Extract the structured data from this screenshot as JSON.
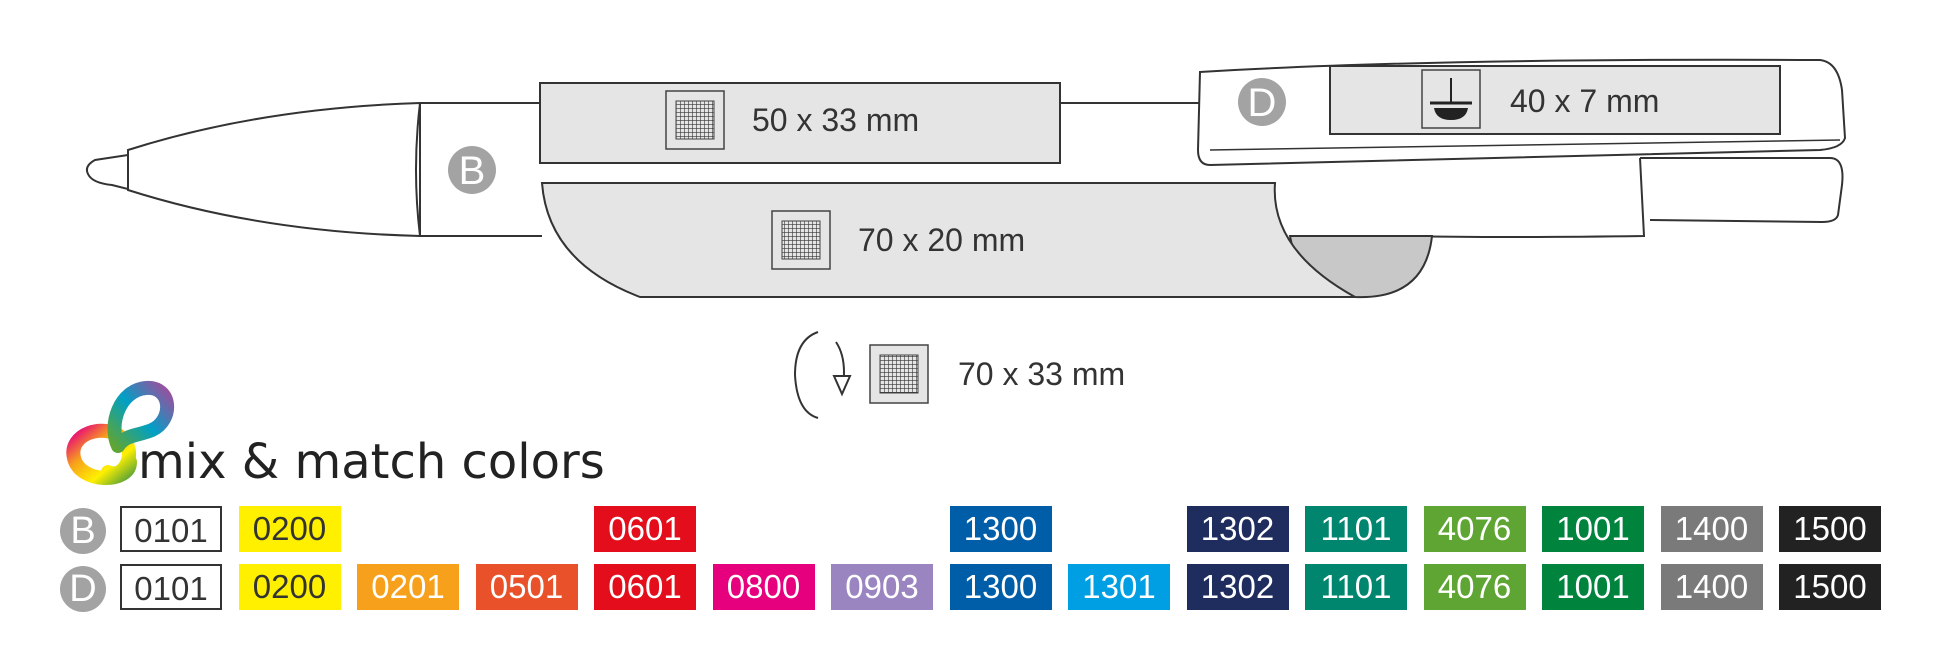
{
  "diagram": {
    "zones": [
      {
        "id": "top",
        "dimension": "50 x 33 mm"
      },
      {
        "id": "barrel",
        "dimension": "70 x 20 mm"
      },
      {
        "id": "wrap",
        "dimension": "70 x 33 mm"
      },
      {
        "id": "clip",
        "dimension": "40 x 7 mm"
      }
    ],
    "badges": {
      "barrel": "B",
      "clip": "D"
    }
  },
  "brand": {
    "title": "mix & match colors"
  },
  "color_rows": [
    {
      "badge": "B",
      "swatches": [
        {
          "slot": 0,
          "code": "0101",
          "bg": "#ffffff",
          "fg": "#333333",
          "border": "#333333"
        },
        {
          "slot": 1,
          "code": "0200",
          "bg": "#fff000",
          "fg": "#333333"
        },
        {
          "slot": 4,
          "code": "0601",
          "bg": "#e30d1b",
          "fg": "#ffffff"
        },
        {
          "slot": 7,
          "code": "1300",
          "bg": "#005ea8",
          "fg": "#ffffff"
        },
        {
          "slot": 9,
          "code": "1302",
          "bg": "#1f2d5e",
          "fg": "#ffffff"
        },
        {
          "slot": 10,
          "code": "1101",
          "bg": "#00856f",
          "fg": "#ffffff"
        },
        {
          "slot": 11,
          "code": "4076",
          "bg": "#5ea534",
          "fg": "#ffffff"
        },
        {
          "slot": 12,
          "code": "1001",
          "bg": "#00843d",
          "fg": "#ffffff"
        },
        {
          "slot": 13,
          "code": "1400",
          "bg": "#7a7a7a",
          "fg": "#ffffff"
        },
        {
          "slot": 14,
          "code": "1500",
          "bg": "#222222",
          "fg": "#ffffff"
        }
      ]
    },
    {
      "badge": "D",
      "swatches": [
        {
          "slot": 0,
          "code": "0101",
          "bg": "#ffffff",
          "fg": "#333333",
          "border": "#333333"
        },
        {
          "slot": 1,
          "code": "0200",
          "bg": "#fff000",
          "fg": "#333333"
        },
        {
          "slot": 2,
          "code": "0201",
          "bg": "#f7a01c",
          "fg": "#ffffff"
        },
        {
          "slot": 3,
          "code": "0501",
          "bg": "#e8512a",
          "fg": "#ffffff"
        },
        {
          "slot": 4,
          "code": "0601",
          "bg": "#e30d1b",
          "fg": "#ffffff"
        },
        {
          "slot": 5,
          "code": "0800",
          "bg": "#e6007e",
          "fg": "#ffffff"
        },
        {
          "slot": 6,
          "code": "0903",
          "bg": "#9b85c1",
          "fg": "#ffffff"
        },
        {
          "slot": 7,
          "code": "1300",
          "bg": "#005ea8",
          "fg": "#ffffff"
        },
        {
          "slot": 8,
          "code": "1301",
          "bg": "#009ee2",
          "fg": "#ffffff"
        },
        {
          "slot": 9,
          "code": "1302",
          "bg": "#1f2d5e",
          "fg": "#ffffff"
        },
        {
          "slot": 10,
          "code": "1101",
          "bg": "#00856f",
          "fg": "#ffffff"
        },
        {
          "slot": 11,
          "code": "4076",
          "bg": "#5ea534",
          "fg": "#ffffff"
        },
        {
          "slot": 12,
          "code": "1001",
          "bg": "#00843d",
          "fg": "#ffffff"
        },
        {
          "slot": 13,
          "code": "1400",
          "bg": "#7a7a7a",
          "fg": "#ffffff"
        },
        {
          "slot": 14,
          "code": "1500",
          "bg": "#222222",
          "fg": "#ffffff"
        }
      ]
    }
  ]
}
